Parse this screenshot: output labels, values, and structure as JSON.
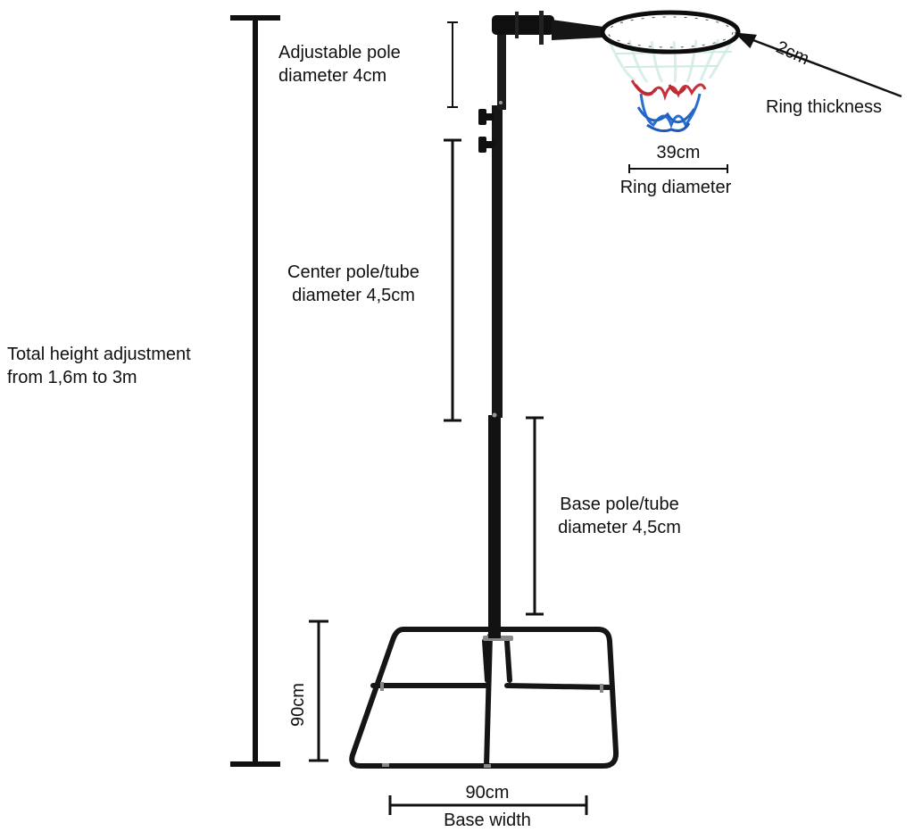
{
  "labels": {
    "adjustable_pole_line1": "Adjustable pole",
    "adjustable_pole_line2": "diameter  4cm",
    "center_pole_line1": "Center pole/tube",
    "center_pole_line2": "diameter 4,5cm",
    "base_pole_line1": "Base pole/tube",
    "base_pole_line2": "diameter 4,5cm",
    "total_height_line1": "Total height adjustment",
    "total_height_line2": "from 1,6m to 3m",
    "ring_thickness_value": "2cm",
    "ring_thickness_label": "Ring thickness",
    "ring_diameter_value": "39cm",
    "ring_diameter_label": "Ring diameter",
    "base_depth_value": "90cm",
    "base_width_value": "90cm",
    "base_width_label": "Base width"
  },
  "colors": {
    "frame": "#111111",
    "net_white": "#dff3ee",
    "net_red": "#c8313a",
    "net_blue": "#2a6fd0"
  }
}
